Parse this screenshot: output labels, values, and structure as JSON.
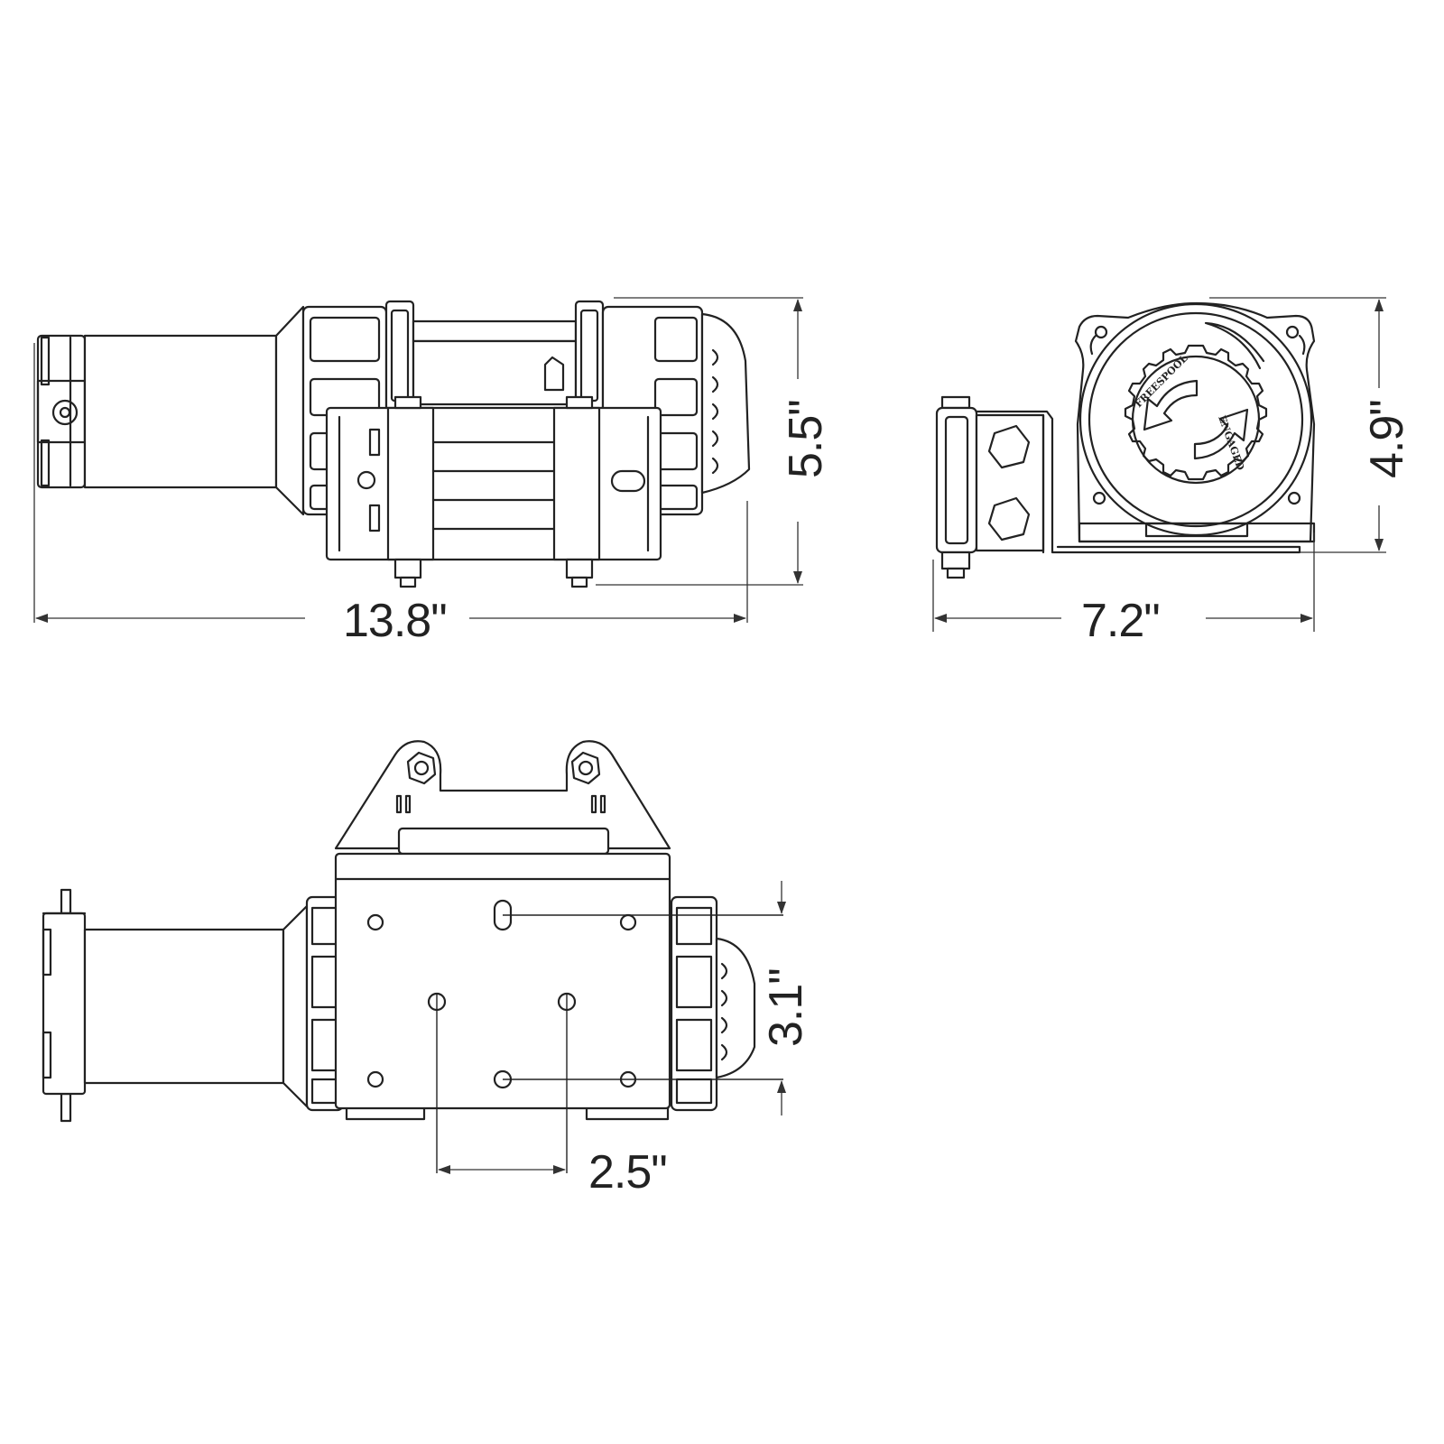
{
  "dimensions": {
    "side_length": "13.8\"",
    "side_height": "5.5\"",
    "end_width": "7.2\"",
    "end_height": "4.9\"",
    "bottom_bolt_spacing_x": "2.5\"",
    "bottom_bolt_spacing_y": "3.1\""
  },
  "clutch_labels": {
    "freespool": "FREESPOOL",
    "engaged": "ENGAGED"
  },
  "line_color": "#222222"
}
